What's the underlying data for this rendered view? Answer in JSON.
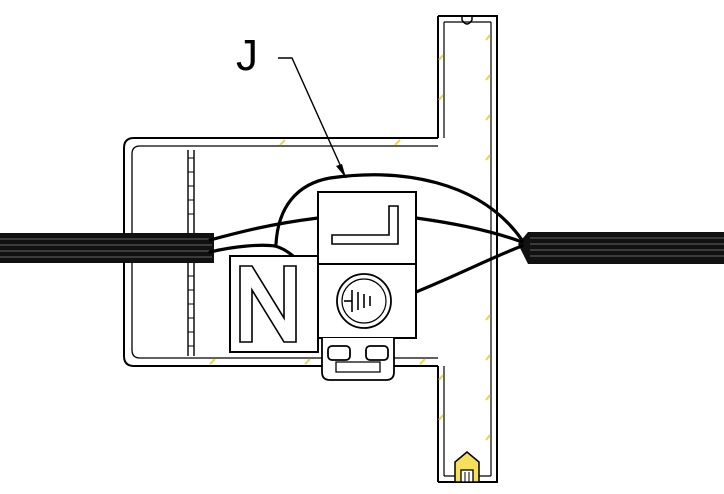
{
  "diagram": {
    "callout_label": "J",
    "terminal_letters": {
      "neutral": "N",
      "line": "L"
    },
    "colors": {
      "line": "#000000",
      "cable_outer": "#111111",
      "cable_stripe": "#555555",
      "dash_yellow": "#e6d84a",
      "grip_fill": "#f4e05a",
      "background": "#ffffff"
    }
  }
}
